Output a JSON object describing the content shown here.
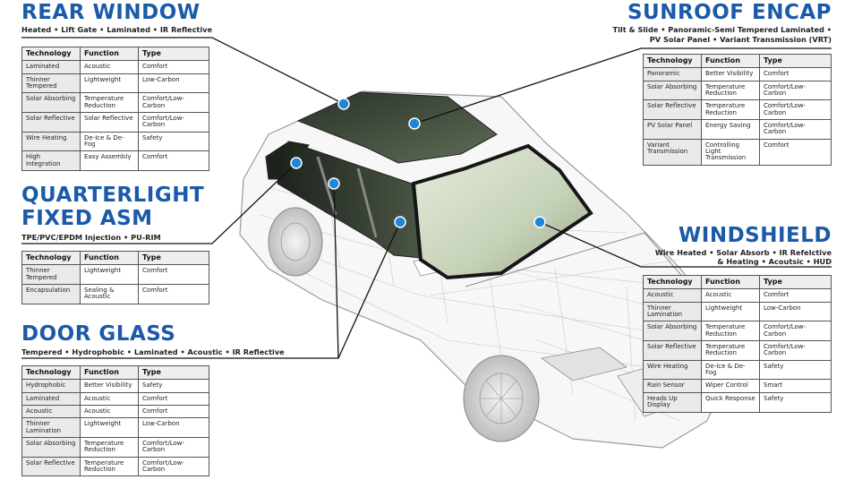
{
  "columns": [
    "Technology",
    "Function",
    "Type"
  ],
  "rear_window": {
    "title": "REAR WINDOW",
    "subtitle": "Heated • Lift Gate • Laminated • IR Reflective",
    "rows": [
      [
        "Laminated",
        "Acoustic",
        "Comfort"
      ],
      [
        "Thinner Tempered",
        "Lightweight",
        "Low-Carbon"
      ],
      [
        "Solar Absorbing",
        "Temperature Reduction",
        "Comfort/Low-Carbon"
      ],
      [
        "Solar Reflective",
        "Solar Reflective",
        "Comfort/Low-Carbon"
      ],
      [
        "Wire Heating",
        "De-Ice & De-Fog",
        "Safety"
      ],
      [
        "High Integration",
        "Easy Assembly",
        "Comfort"
      ]
    ]
  },
  "quarterlight": {
    "title_line1": "QUARTERLIGHT",
    "title_line2": "FIXED ASM",
    "subtitle": "TPE/PVC/EPDM Injection • PU-RIM",
    "rows": [
      [
        "Thinner Tempered",
        "Lightweight",
        "Comfort"
      ],
      [
        "Encapsulation",
        "Sealing & Acoustic",
        "Comfort"
      ]
    ]
  },
  "door_glass": {
    "title": "DOOR GLASS",
    "subtitle": "Tempered • Hydrophobic • Laminated • Acoustic • IR Reflective",
    "rows": [
      [
        "Hydrophobic",
        "Better Visibility",
        "Safety"
      ],
      [
        "Laminated",
        "Acoustic",
        "Comfort"
      ],
      [
        "Acoustic",
        "Acoustic",
        "Comfort"
      ],
      [
        "Thinner Lamination",
        "Lightweight",
        "Low-Carbon"
      ],
      [
        "Solar Absorbing",
        "Temperature Reduction",
        "Comfort/Low-Carbon"
      ],
      [
        "Solar Reflective",
        "Temperature Reduction",
        "Comfort/Low-Carbon"
      ]
    ]
  },
  "sunroof": {
    "title": "SUNROOF ENCAP",
    "subtitle_line1": "Tilt & Slide • Panoramic-Semi Tempered Laminated •",
    "subtitle_line2": "PV Solar Panel • Variant Transmission (VRT)",
    "rows": [
      [
        "Panoramic",
        "Better Visibility",
        "Comfort"
      ],
      [
        "Solar Absorbing",
        "Temperature Reduction",
        "Comfort/Low-Carbon"
      ],
      [
        "Solar Reflective",
        "Temperature Reduction",
        "Comfort/Low-Carbon"
      ],
      [
        "PV Solar Panel",
        "Energy Saving",
        "Comfort/Low-Carbon"
      ],
      [
        "Variant Transmission",
        "Controlling Light Transmission",
        "Comfort"
      ]
    ]
  },
  "windshield": {
    "title": "WINDSHIELD",
    "subtitle_line1": "Wire Heated • Solar Absorb • IR Refelctive",
    "subtitle_line2": "& Heating • Acoutsic • HUD",
    "rows": [
      [
        "Acoustic",
        "Acoustic",
        "Comfort"
      ],
      [
        "Thinner Lamination",
        "Lightweight",
        "Low-Carbon"
      ],
      [
        "Solar Absorbing",
        "Temperature Reduction",
        "Comfort/Low-Carbon"
      ],
      [
        "Solar Reflective",
        "Temperature Reduction",
        "Comfort/Low-Carbon"
      ],
      [
        "Wire Heating",
        "De-Ice & De-Fog",
        "Safety"
      ],
      [
        "Rain Sensor",
        "Wiper Control",
        "Smart"
      ],
      [
        "Heads Up Display",
        "Quick Response",
        "Safety"
      ]
    ]
  },
  "colors": {
    "title_blue": "#1a5aa8",
    "marker_blue": "#1e88d8",
    "glass_dark": "#1c211b",
    "glass_light": "#d3ddc6"
  }
}
